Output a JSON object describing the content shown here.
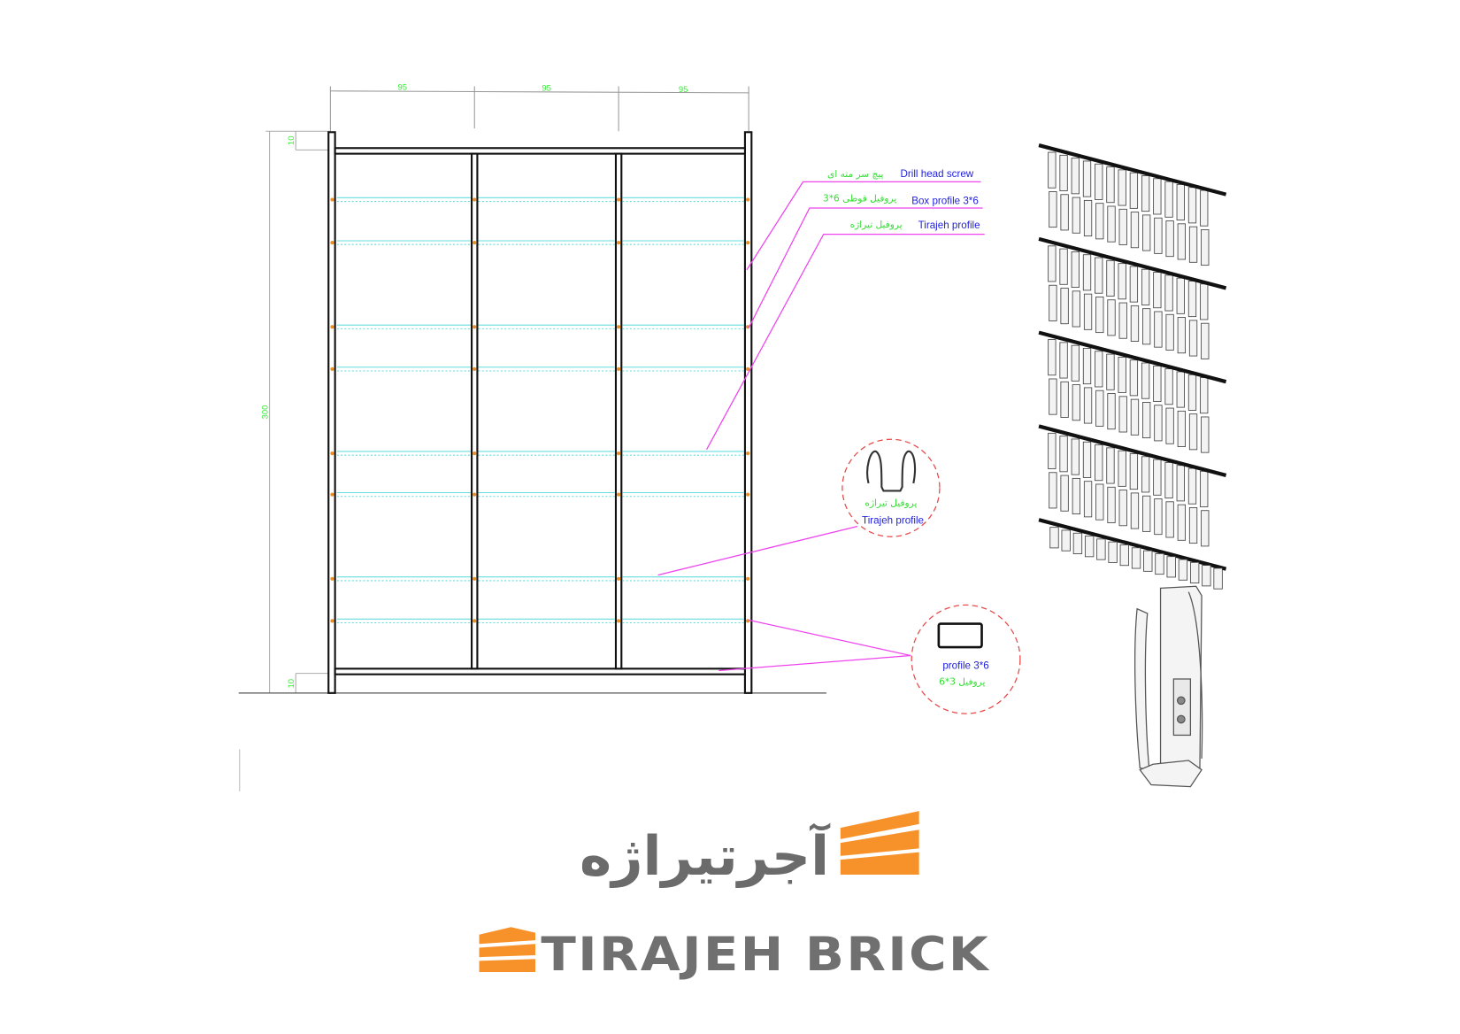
{
  "drawing": {
    "dimensions": {
      "bay_widths": [
        "95",
        "95",
        "95"
      ],
      "total_height": "300",
      "top_offset": "10",
      "bottom_offset": "10"
    },
    "callouts": [
      {
        "en": "Drill head screw",
        "fa": "پیچ سر مته ای"
      },
      {
        "en": "Box profile 3*6",
        "fa": "3*6 پروفیل قوطی"
      },
      {
        "en": "Tirajeh profile",
        "fa": "پروفیل تیراژه"
      }
    ],
    "detail_tirajeh": {
      "fa": "پروفیل تیراژه",
      "en": "Tirajeh profile"
    },
    "detail_box": {
      "en": "profile 3*6",
      "fa": "6*3 پروفیل"
    },
    "colors": {
      "leader": "#ee44ee",
      "detail_circle": "#e84a4a",
      "english_text": "#2222dd",
      "persian_text": "#33dd33",
      "profile_line": "#66dddd"
    }
  },
  "logo": {
    "persian": "آجرتیراژه",
    "english": "TIRAJEH BRICK",
    "colors": {
      "text": "#6b6b6b",
      "brick": "#f7922a"
    }
  }
}
